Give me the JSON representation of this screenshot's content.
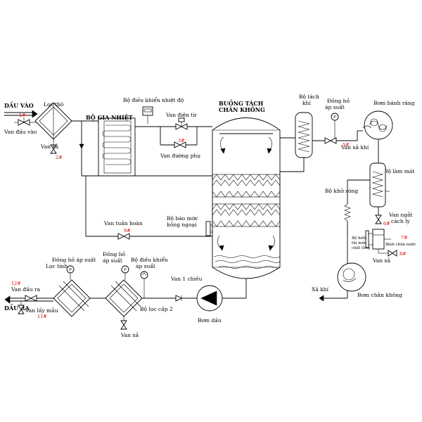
{
  "labels": {
    "inlet_oil": "DẦU VÀO",
    "coarse_filter": "Lọc thô",
    "inlet_valve": "Van đầu vào",
    "drain_valve_1": "Van xả",
    "heater": "BỘ GIA NHIỆT",
    "temp_controller": "Bộ điều khiển nhiệt độ",
    "solenoid_valve": "Van điện từ",
    "bypass_valve": "Van đường phụ",
    "vacuum_chamber_1": "BUỒNG TÁCH",
    "vacuum_chamber_2": "CHÂN KHÔNG",
    "gas_separator_1": "Bộ tách",
    "gas_separator_2": "khí",
    "gauge_top_1": "Đồng hồ",
    "gauge_top_2": "áp suất",
    "gear_pump": "Bơm bánh răng",
    "gas_drain_valve": "Van xả khí",
    "cooler": "Bộ làm mát",
    "defoamer": "Bộ khử sóng",
    "isolation_valve_1": "Van ngắt",
    "isolation_valve_2": "cách ly",
    "level_indicator_1": "Bộ hiển",
    "level_indicator_2": "thị mức",
    "level_indicator_3": "chất lỏng",
    "liquid_tank": "Bình chứa nước",
    "drain_valve_right": "Van xả",
    "exhaust": "Xả khí",
    "vacuum_pump": "Bơm chân không",
    "recirc_valve": "Van tuần hoàn",
    "ir_level_1": "Bộ báo mức",
    "ir_level_2": "hồng ngoại",
    "check_valve": "Van 1 chiều",
    "oil_pump": "Bơm dầu",
    "fine_filter": "Lọc tinh",
    "gauge_left_1": "Đồng hồ áp suất",
    "gauge_mid_1": "Đồng hồ",
    "gauge_mid_2": "áp suất",
    "pressure_ctrl_1": "Bộ điều khiển",
    "pressure_ctrl_2": "áp suất",
    "filter2": "Bộ lọc cấp 2",
    "drain_valve_bottom": "Van xả",
    "outlet_valve": "Van đầu ra",
    "sample_valve": "Van lấy mẫu",
    "outlet_oil": "DẦU RA",
    "gauge_symbol": "P"
  },
  "numbers": {
    "n1": "1#",
    "n2": "2#",
    "n3": "3#",
    "n5": "5#",
    "n6": "6#",
    "n7": "7#",
    "n8": "8#",
    "n9": "9#",
    "n11": "11#",
    "n12": "12#"
  },
  "colors": {
    "line": "#000000",
    "number": "#d40000",
    "background": "#ffffff"
  }
}
